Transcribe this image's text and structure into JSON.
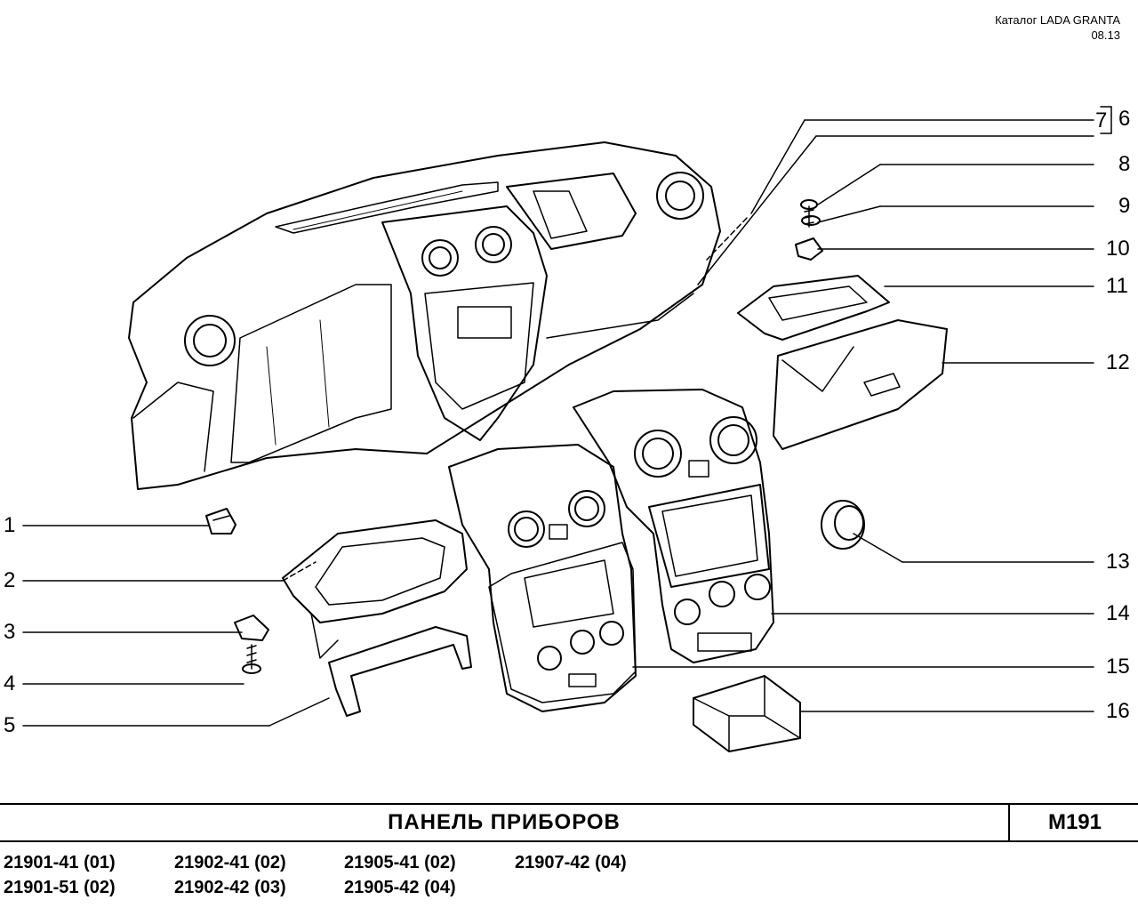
{
  "header": {
    "line1": "Каталог  LADA  GRANTA",
    "line2": "08.13"
  },
  "callouts": [
    {
      "id": "1",
      "label": "1"
    },
    {
      "id": "2",
      "label": "2"
    },
    {
      "id": "3",
      "label": "3"
    },
    {
      "id": "4",
      "label": "4"
    },
    {
      "id": "5",
      "label": "5"
    },
    {
      "id": "6",
      "label": "6"
    },
    {
      "id": "7",
      "label": "7"
    },
    {
      "id": "8",
      "label": "8"
    },
    {
      "id": "9",
      "label": "9"
    },
    {
      "id": "10",
      "label": "10"
    },
    {
      "id": "11",
      "label": "11"
    },
    {
      "id": "12",
      "label": "12"
    },
    {
      "id": "13",
      "label": "13"
    },
    {
      "id": "14",
      "label": "14"
    },
    {
      "id": "15",
      "label": "15"
    },
    {
      "id": "16",
      "label": "16"
    }
  ],
  "footer": {
    "title": "ПАНЕЛЬ   ПРИБОРОВ",
    "code": "М191",
    "models": [
      "21901-41 (01)",
      "21901-51 (02)",
      "21902-41 (02)",
      "21902-42 (03)",
      "21905-41 (02)",
      "21905-42 (04)",
      "21907-42 (04)"
    ]
  }
}
